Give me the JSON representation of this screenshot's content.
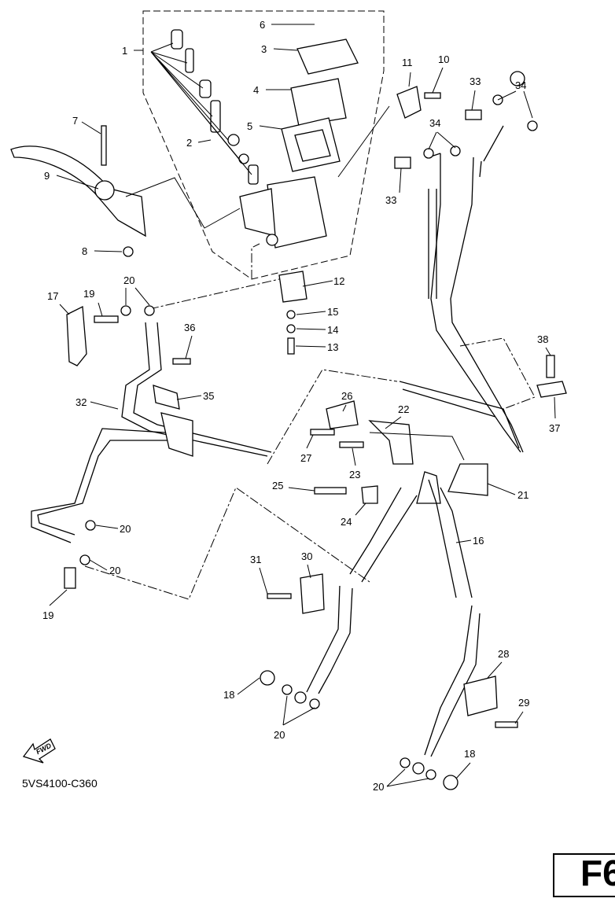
{
  "diagram": {
    "code": "5VS4100-C360",
    "fwd_label": "FWD",
    "page_label": "F6",
    "callouts": [
      "1",
      "6",
      "3",
      "4",
      "5",
      "2",
      "7",
      "9",
      "8",
      "11",
      "10",
      "33",
      "34",
      "34",
      "33",
      "12",
      "15",
      "14",
      "13",
      "20",
      "19",
      "17",
      "36",
      "35",
      "32",
      "26",
      "22",
      "27",
      "23",
      "25",
      "21",
      "24",
      "16",
      "20",
      "20",
      "19",
      "38",
      "37",
      "31",
      "30",
      "28",
      "29",
      "18",
      "20",
      "18",
      "20"
    ]
  }
}
